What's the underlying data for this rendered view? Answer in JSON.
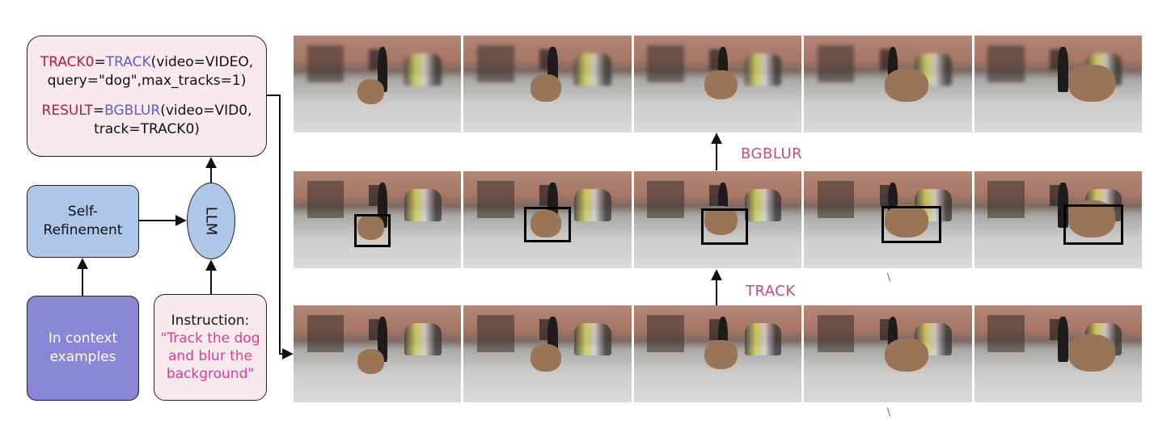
{
  "program": {
    "line1": {
      "var": "TRACK0",
      "eq": "=",
      "fn": "TRACK",
      "args": "(video=VIDEO,"
    },
    "line2": "query=\"dog\",max_tracks=1)",
    "line3": {
      "var": "RESULT",
      "eq": "=",
      "fn": "BGBLUR",
      "args": "(video=VID0,"
    },
    "line4": "track=TRACK0)"
  },
  "nodes": {
    "self_refinement": [
      "Self-",
      "Refinement"
    ],
    "llm": "LLM",
    "in_context": [
      "In context",
      "examples"
    ],
    "instruction_title": "Instruction:",
    "instruction_text": [
      "\"Track the dog",
      "and blur the",
      "background\""
    ]
  },
  "stages": {
    "bgblur": "BGBLUR",
    "track": "TRACK"
  },
  "strips": {
    "frames_per_strip": 5
  },
  "colors": {
    "keyword_red": "#b51c3e",
    "keyword_blue": "#5b5fc7",
    "instruction_pink": "#e0399a",
    "stage_label": "#c64a7a",
    "node_blue": "#aec6e8",
    "node_purple": "#8a85d4",
    "node_pink": "#f8e9ec"
  }
}
